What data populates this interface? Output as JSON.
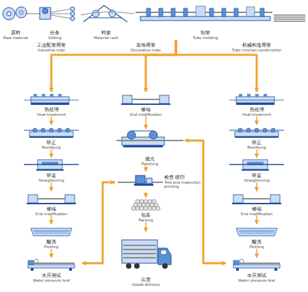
{
  "diagram": {
    "nodes": [
      {
        "text": [
          "原料",
          "Raw material"
        ]
      },
      {
        "text": [
          "分条",
          "Slitting"
        ]
      },
      {
        "text": [
          "料架",
          "Material rack"
        ]
      },
      {
        "text": [
          "制管",
          "Tube molding"
        ]
      },
      {
        "text": [
          "工业配管用管",
          "Industrial tube"
        ]
      },
      {
        "text": [
          "装饰用管",
          "Decorative tube"
        ]
      },
      {
        "text": [
          "机械构造用管",
          "Tube mechan.construction"
        ]
      },
      {
        "text": [
          "热处理",
          "Heat treatment"
        ]
      },
      {
        "text": [
          "修端",
          "End modification"
        ]
      },
      {
        "text": [
          "热处理",
          "Heat treatment"
        ]
      },
      {
        "text": [
          "矫正",
          "Rectifying"
        ]
      },
      {
        "text": [
          "抛光",
          "Polishing"
        ]
      },
      {
        "text": [
          "矫正",
          "Rectifying"
        ]
      },
      {
        "text": [
          "矫直",
          "Straightening"
        ]
      },
      {
        "text": [
          "检查 喷印",
          "Test and inspection printing"
        ]
      },
      {
        "text": [
          "矫直",
          "Straightening"
        ]
      },
      {
        "text": [
          "修端",
          "End modification"
        ]
      },
      {
        "text": [
          "包装",
          "Packing"
        ]
      },
      {
        "text": [
          "修端",
          "End modification"
        ]
      },
      {
        "text": [
          "酸洗",
          "Pickling"
        ]
      },
      {
        "text": [
          "出货",
          "Goods delivery"
        ]
      },
      {
        "text": [
          "酸洗",
          "Pickling"
        ]
      },
      {
        "text": [
          "水压测试",
          "Water pressure test"
        ]
      },
      {
        "text": [
          "水压测试",
          "Water pressure test"
        ]
      }
    ],
    "edges": [
      {
        "from": 3,
        "to": 7,
        "arrow": "to"
      },
      {
        "from": 3,
        "to": 8,
        "arrow": "to"
      },
      {
        "from": 3,
        "to": 9,
        "arrow": "to"
      },
      {
        "from": 7,
        "to": 10,
        "arrow": "to"
      },
      {
        "from": 10,
        "to": 13,
        "arrow": "to"
      },
      {
        "from": 13,
        "to": 16,
        "arrow": "to"
      },
      {
        "from": 16,
        "to": 19,
        "arrow": "to"
      },
      {
        "from": 19,
        "to": 22,
        "arrow": "to"
      },
      {
        "from": 8,
        "to": 11,
        "arrow": "to"
      },
      {
        "from": 11,
        "to": 14,
        "arrow": "to"
      },
      {
        "from": 14,
        "to": 17,
        "arrow": "to"
      },
      {
        "from": 17,
        "to": 20,
        "arrow": "to"
      },
      {
        "from": 9,
        "to": 12,
        "arrow": "to"
      },
      {
        "from": 12,
        "to": 15,
        "arrow": "to"
      },
      {
        "from": 15,
        "to": 18,
        "arrow": "to"
      },
      {
        "from": 18,
        "to": 21,
        "arrow": "to"
      },
      {
        "from": 21,
        "to": 23,
        "arrow": "to"
      },
      {
        "from": 22,
        "to": 14,
        "arrow": "both"
      },
      {
        "from": 23,
        "to": 11,
        "arrow": "both"
      }
    ]
  }
}
